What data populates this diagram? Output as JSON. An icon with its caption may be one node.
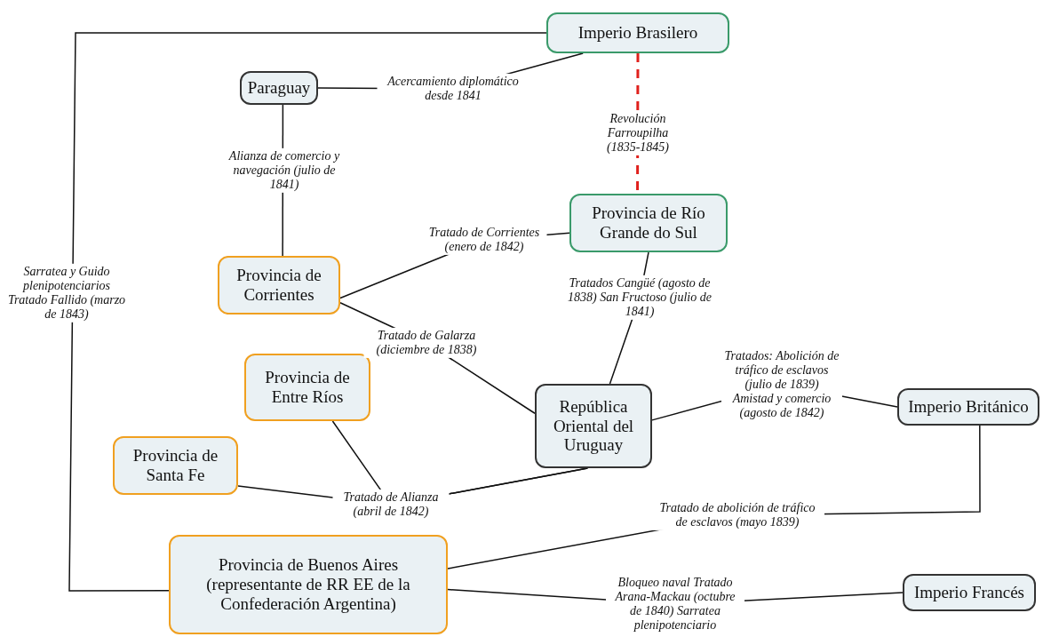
{
  "diagram": {
    "nodes": [
      {
        "text": [
          "Imperio Brasilero"
        ]
      },
      {
        "text": [
          "Paraguay"
        ]
      },
      {
        "text": [
          "Provincia de Río Grande do Sul"
        ]
      },
      {
        "text": [
          "Provincia de Corrientes"
        ]
      },
      {
        "text": [
          "Provincia de Entre Ríos"
        ]
      },
      {
        "text": [
          "República Oriental del Uruguay"
        ]
      },
      {
        "text": [
          "Imperio Británico"
        ]
      },
      {
        "text": [
          "Provincia de Santa Fe"
        ]
      },
      {
        "text": [
          "Provincia de Buenos Aires (representante de RR EE de la Confederación Argentina)"
        ]
      },
      {
        "text": [
          "Imperio Francés"
        ]
      }
    ],
    "edges": [
      {
        "from": 0,
        "to": 1,
        "arrow": "none",
        "label": "Acercamiento diplomático desde 1841"
      },
      {
        "from": 0,
        "to": 2,
        "arrow": "none",
        "label": "Revolución Farroupilha (1835-1845)",
        "style": "dashed",
        "color": "#e0201c"
      },
      {
        "from": 1,
        "to": 3,
        "arrow": "none",
        "label": "Alianza de comercio y navegación (julio de 1841)"
      },
      {
        "from": 3,
        "to": 2,
        "arrow": "none",
        "label": "Tratado de Corrientes (enero de 1842)"
      },
      {
        "from": 2,
        "to": 5,
        "arrow": "none",
        "label": "Tratados Cangüé (agosto de 1838) San Fructoso (julio de 1841)"
      },
      {
        "from": 3,
        "to": 5,
        "arrow": "none",
        "label": "Tratado de Galarza (diciembre de 1838)"
      },
      {
        "from": 5,
        "to": 6,
        "arrow": "none",
        "label": "Tratados: Abolición de tráfico de esclavos (julio de 1839) Amistad y comercio (agosto de 1842)"
      },
      {
        "from": 7,
        "to": 5,
        "arrow": "none",
        "label": "Tratado de Alianza (abril de 1842)"
      },
      {
        "from": 4,
        "to": 5,
        "arrow": "none"
      },
      {
        "from": 8,
        "to": 6,
        "arrow": "none",
        "label": "Tratado de abolición de tráfico de esclavos (mayo 1839)"
      },
      {
        "from": 8,
        "to": 9,
        "arrow": "none",
        "label": "Bloqueo naval Tratado Arana-Mackau (octubre de 1840) Sarratea plenipotenciario"
      },
      {
        "from": 0,
        "to": 8,
        "arrow": "none",
        "label": "Sarratea y Guido plenipotenciarios Tratado Fallido (marzo de 1843)"
      }
    ]
  }
}
